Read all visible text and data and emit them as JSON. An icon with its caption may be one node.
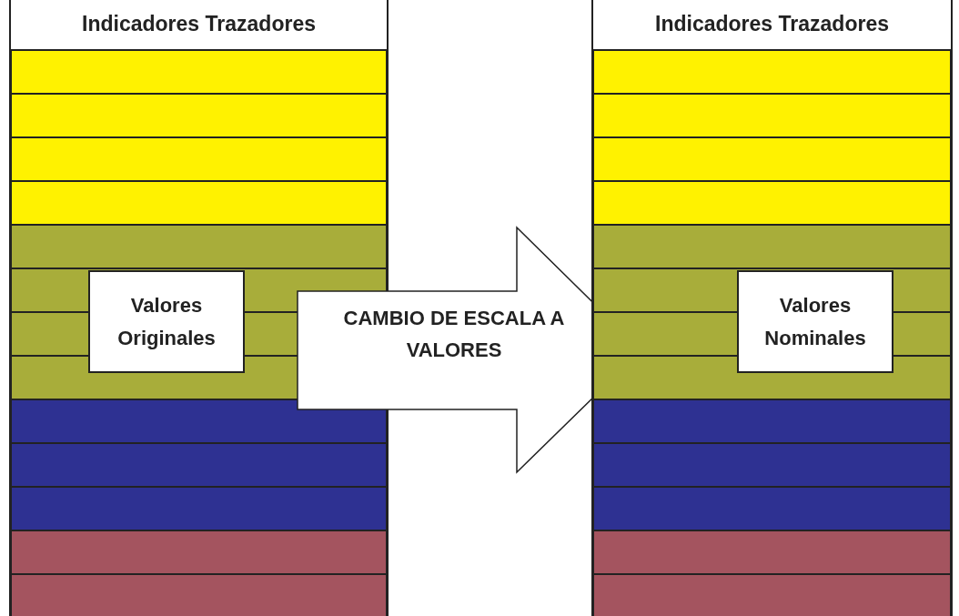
{
  "diagram": {
    "nodes": [
      {
        "text": [
          "Indicadores Trazadores"
        ]
      },
      {
        "text": [
          "Valores Originales"
        ],
        "in": 0
      },
      {
        "text": [
          "CAMBIO DE ESCALA A VALORES"
        ]
      },
      {
        "text": [
          "Indicadores Trazadores"
        ]
      },
      {
        "text": [
          "Valores Nominales"
        ],
        "in": 3
      }
    ]
  }
}
